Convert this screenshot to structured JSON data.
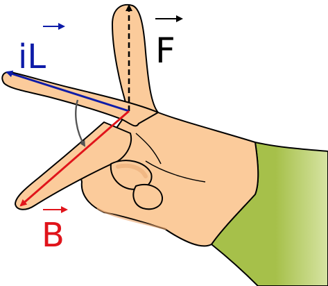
{
  "labels": {
    "current": "iL",
    "force": "F",
    "field": "B"
  },
  "colors": {
    "skin": "#FBCB9B",
    "skin_shadow": "#E8A56E",
    "outline": "#000000",
    "sleeve": "#A6C04A",
    "sleeve_light": "#D7E4A3",
    "current_vector": "#0D1BA8",
    "field_vector": "#E0141B",
    "force_vector": "#000000",
    "rotation_arrow": "#555555"
  },
  "icons": {
    "current_over_arrow": "right-arrow",
    "force_over_arrow": "right-arrow",
    "field_over_arrow": "right-arrow",
    "rotation": "curved-arrow"
  }
}
